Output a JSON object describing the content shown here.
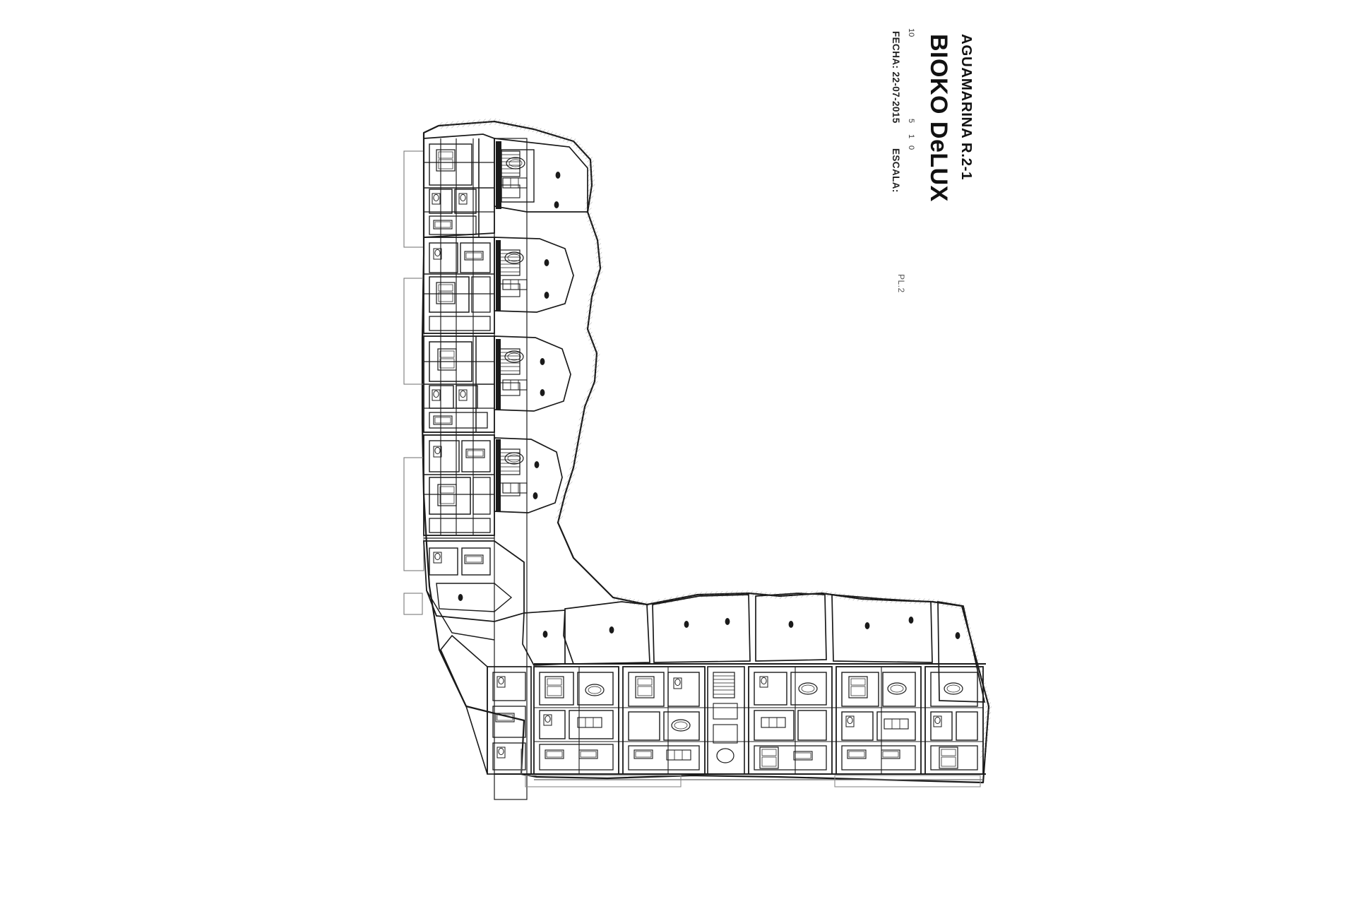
{
  "sheet": {
    "background_color": "#ffffff",
    "ink_color": "#1a1a1a"
  },
  "title_block": {
    "project_title": "BIOKO DeLUX",
    "project_subtitle": "AGUAMARINA R.2-1",
    "date_text": "FECHA: 22-07-2015",
    "scale_label": "ESCALA:",
    "plan_level": "PL.2",
    "scale_ticks": [
      "0",
      "1",
      "5",
      "10"
    ]
  },
  "drawing": {
    "name": "residential-floor-plan",
    "description": "L-shaped multi-unit residential building floor plan, level 2",
    "orientation": "L-shaped, vertical wing upper-left, horizontal wing lower-right"
  }
}
